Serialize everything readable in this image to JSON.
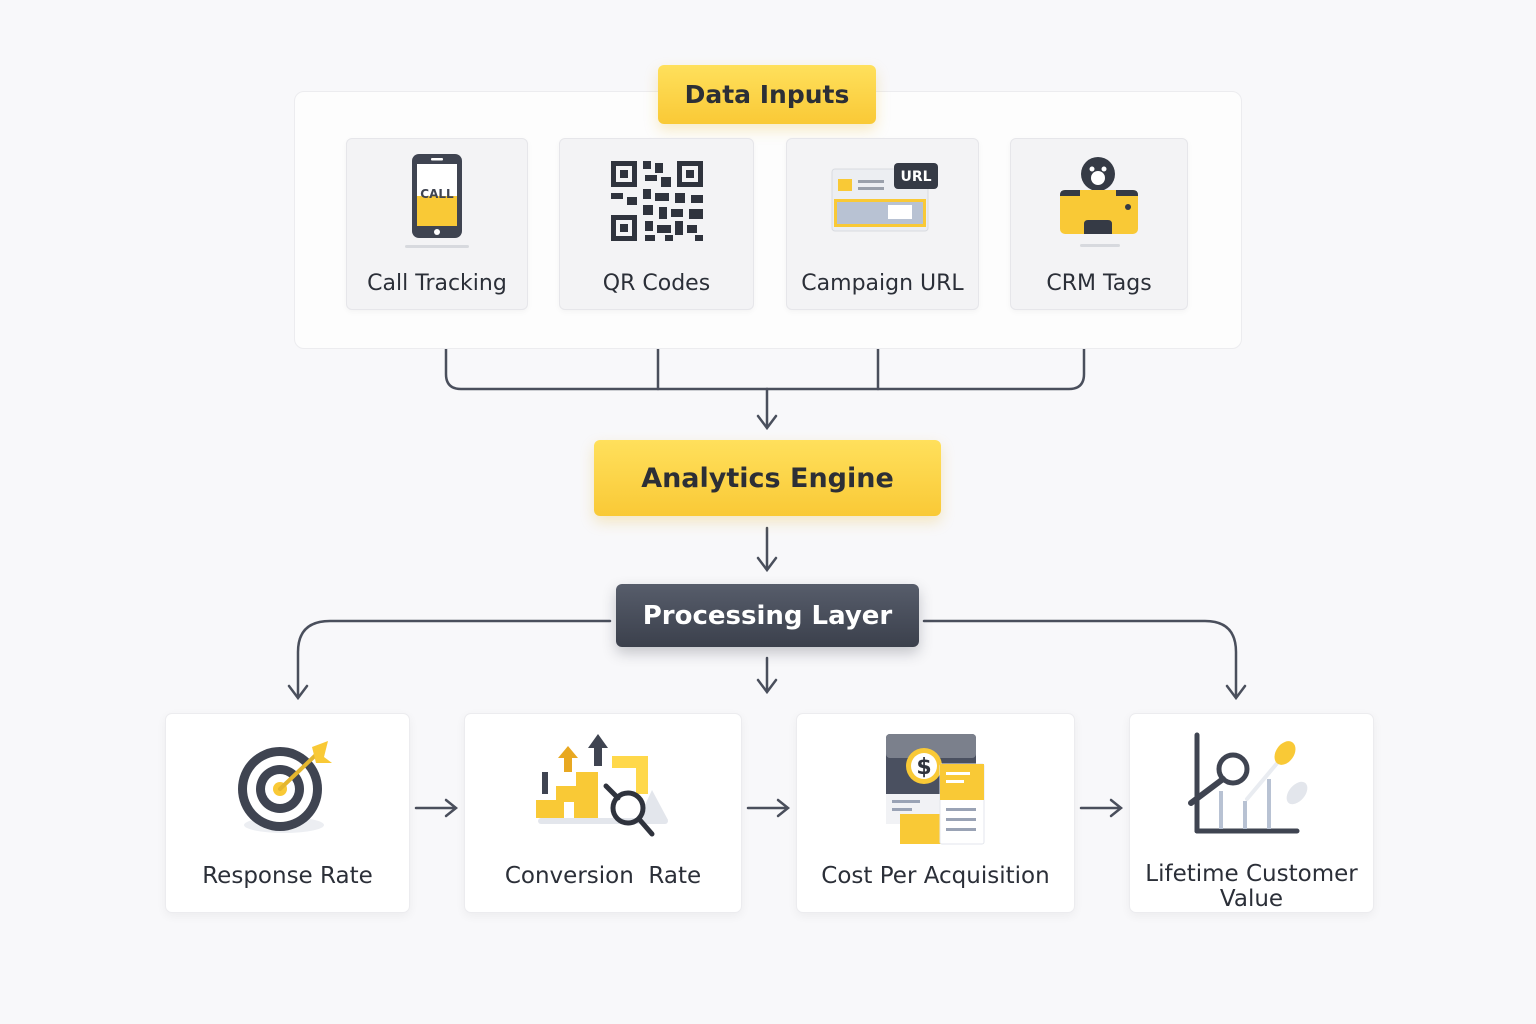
{
  "diagram": {
    "inputs_title": "Data Inputs",
    "inputs": [
      {
        "label": "Call Tracking",
        "icon": "phone-call-icon",
        "icon_text": "CALL"
      },
      {
        "label": "QR Codes",
        "icon": "qr-code-icon"
      },
      {
        "label": "Campaign URL",
        "icon": "browser-url-icon",
        "icon_text": "URL"
      },
      {
        "label": "CRM Tags",
        "icon": "crm-user-tag-icon"
      }
    ],
    "engine": "Analytics Engine",
    "processing": "Processing Layer",
    "metrics": [
      {
        "label": "Response Rate",
        "icon": "target-dart-icon"
      },
      {
        "label": "Conversion  Rate",
        "icon": "growth-chart-magnifier-icon"
      },
      {
        "label": "Cost Per Acquisition",
        "icon": "dollar-invoice-icon",
        "icon_text": "$"
      },
      {
        "label": "Lifetime Customer Value",
        "icon": "chart-magnifier-icon"
      }
    ],
    "colors": {
      "accent_yellow": "#f9c936",
      "dark_slate": "#3f4451",
      "connector": "#4a4f5c",
      "background": "#f8f8fa"
    }
  }
}
